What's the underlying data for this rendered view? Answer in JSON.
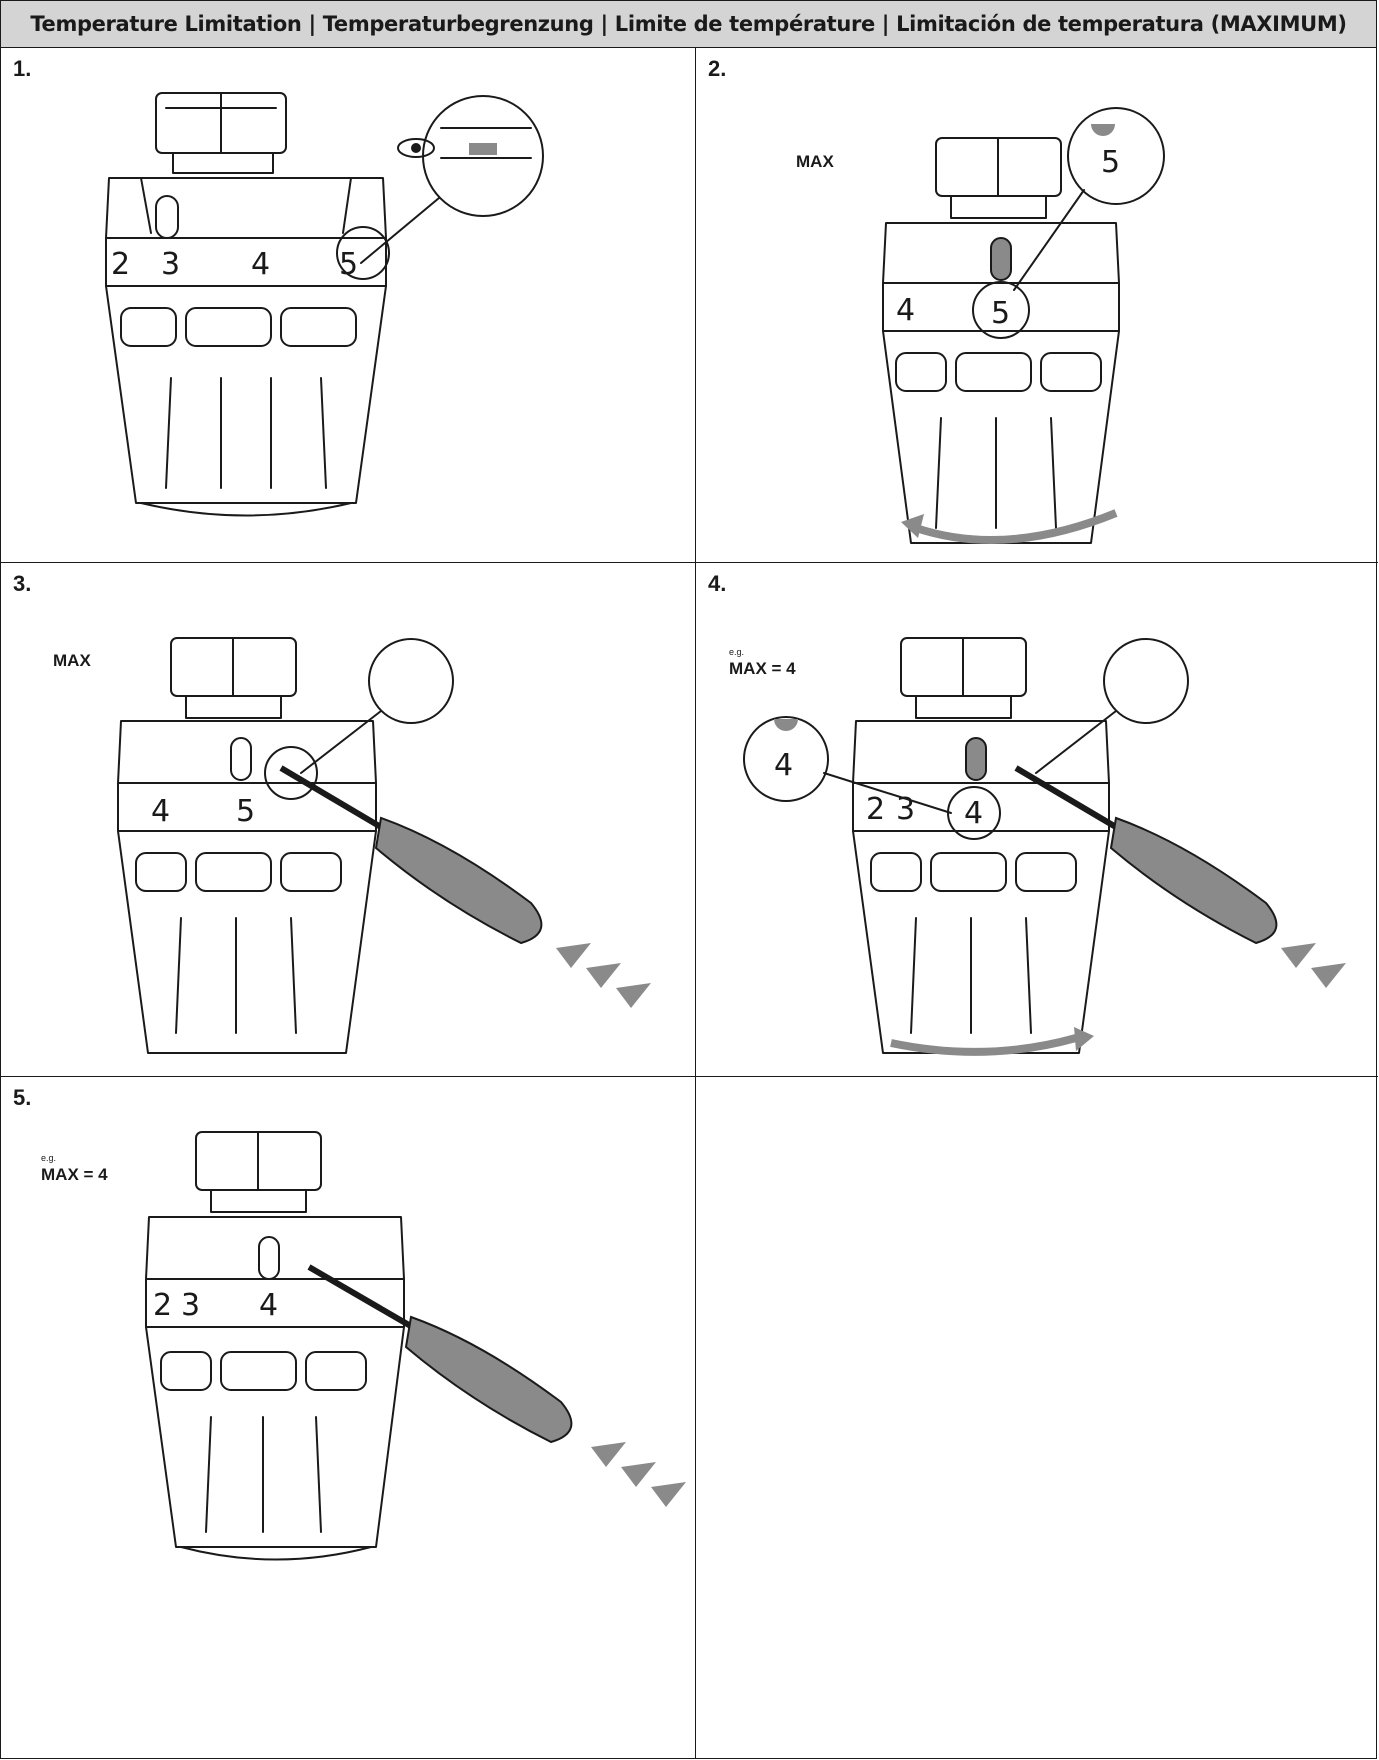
{
  "header": {
    "title": "Temperature Limitation | Temperaturbegrenzung | Limite de température | Limitación de temperatura (MAXIMUM)"
  },
  "steps": [
    {
      "number": "1.",
      "scale": [
        "2",
        "3",
        "4",
        "5"
      ],
      "zoom_icon": "eye-icon"
    },
    {
      "number": "2.",
      "label": "MAX",
      "scale": [
        "4"
      ],
      "marker": "5",
      "zoom_value": "5",
      "rotation": "counter-clockwise"
    },
    {
      "number": "3.",
      "label": "MAX",
      "scale": [
        "4",
        "5"
      ],
      "tool": "screwdriver"
    },
    {
      "number": "4.",
      "label_small": "e.g.",
      "label": "MAX = 4",
      "scale": [
        "2",
        "3",
        "4"
      ],
      "marker": "4",
      "zoom_value": "4",
      "rotation": "clockwise",
      "tool": "screwdriver"
    },
    {
      "number": "5.",
      "label_small": "e.g.",
      "label": "MAX = 4",
      "scale": [
        "2",
        "3",
        "4"
      ],
      "tool": "screwdriver"
    }
  ],
  "colors": {
    "header_bg": "#d4d4d4",
    "line": "#1a1a1a",
    "accent_grey": "#8a8a8a"
  }
}
